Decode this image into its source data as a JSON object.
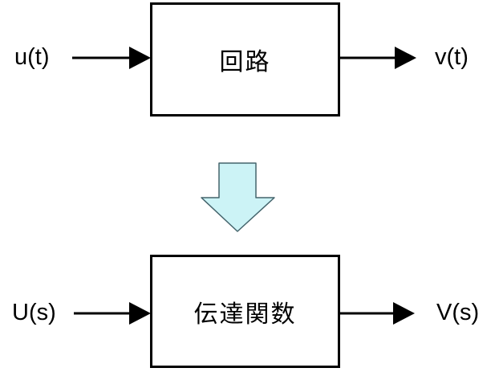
{
  "diagram": {
    "title": "circuit-to-transfer-function block diagram",
    "time_domain": {
      "input_label": "u(t)",
      "block_label": "回路",
      "output_label": "v(t)"
    },
    "transform": {
      "arrow_direction": "down"
    },
    "s_domain": {
      "input_label": "U(s)",
      "block_label": "伝達関数",
      "output_label": "V(s)"
    }
  },
  "colors": {
    "background": "#ffffff",
    "line_color": "#000000",
    "box_border": "#000000",
    "transform_arrow_fill": "#ccf3f6",
    "transform_arrow_stroke": "#44646c"
  }
}
